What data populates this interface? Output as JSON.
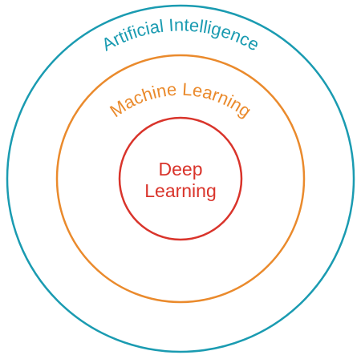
{
  "diagram": {
    "outer": {
      "label": "Artificial Intelligence",
      "color": "#1a9bb1"
    },
    "middle": {
      "label": "Machine Learning",
      "color": "#ea8a2c"
    },
    "inner": {
      "line1": "Deep",
      "line2": "Learning",
      "color": "#d9342b"
    }
  }
}
